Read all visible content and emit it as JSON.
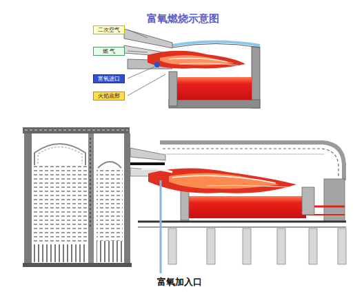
{
  "diagram": {
    "title": "富氧燃烧示意图",
    "nodes": [
      {
        "text": [
          "二次空气"
        ]
      },
      {
        "text": [
          "燃 气"
        ]
      },
      {
        "text": [
          "富氧进口"
        ]
      },
      {
        "text": [
          "火焰底部"
        ]
      }
    ],
    "labels": [
      "富氧加入口"
    ]
  }
}
